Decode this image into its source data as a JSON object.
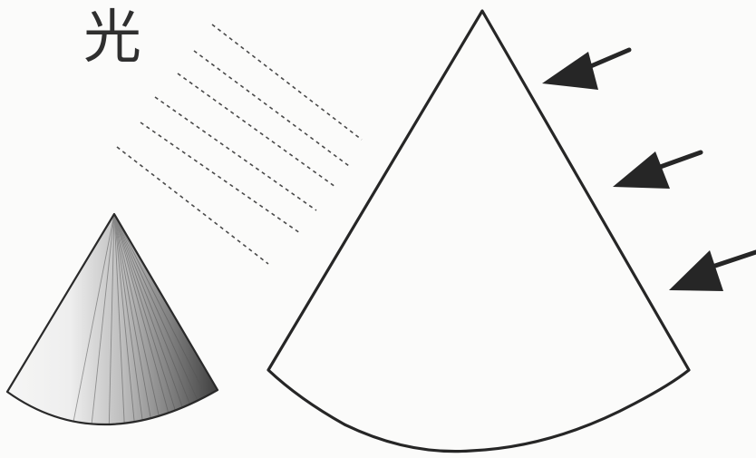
{
  "label": {
    "light": "光"
  },
  "colors": {
    "ink": "#2a2a2a",
    "arrow": "#262626",
    "shade_dark": "#4a4a4a",
    "shade_light": "#f4f4f4"
  },
  "figures": [
    {
      "name": "small-shaded-cone"
    },
    {
      "name": "large-outline-cone"
    },
    {
      "name": "light-rays",
      "count": 6
    },
    {
      "name": "direction-arrows",
      "count": 3
    }
  ]
}
